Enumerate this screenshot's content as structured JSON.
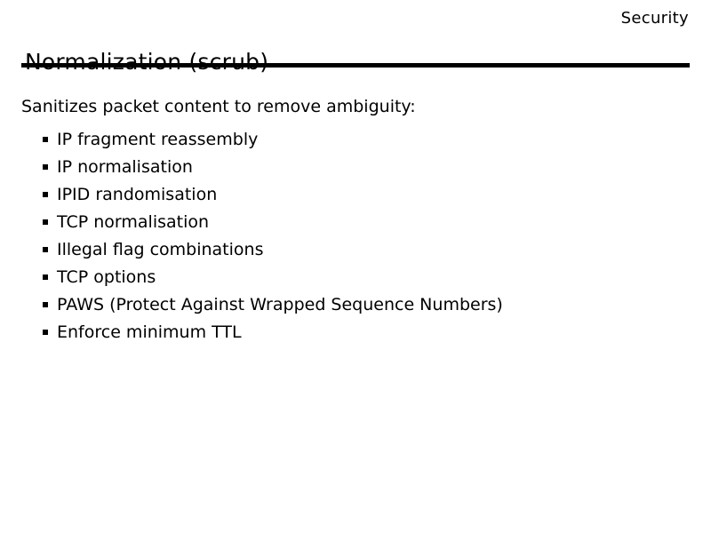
{
  "slide": {
    "corner_label": "Security",
    "title": "Normalization (scrub)",
    "intro": "Sanitizes packet content to remove ambiguity:",
    "bullets": [
      "IP fragment reassembly",
      "IP normalisation",
      "IPID randomisation",
      "TCP normalisation",
      "Illegal flag combinations",
      "TCP options",
      "PAWS (Protect Against Wrapped Sequence Numbers)",
      "Enforce minimum TTL"
    ]
  }
}
